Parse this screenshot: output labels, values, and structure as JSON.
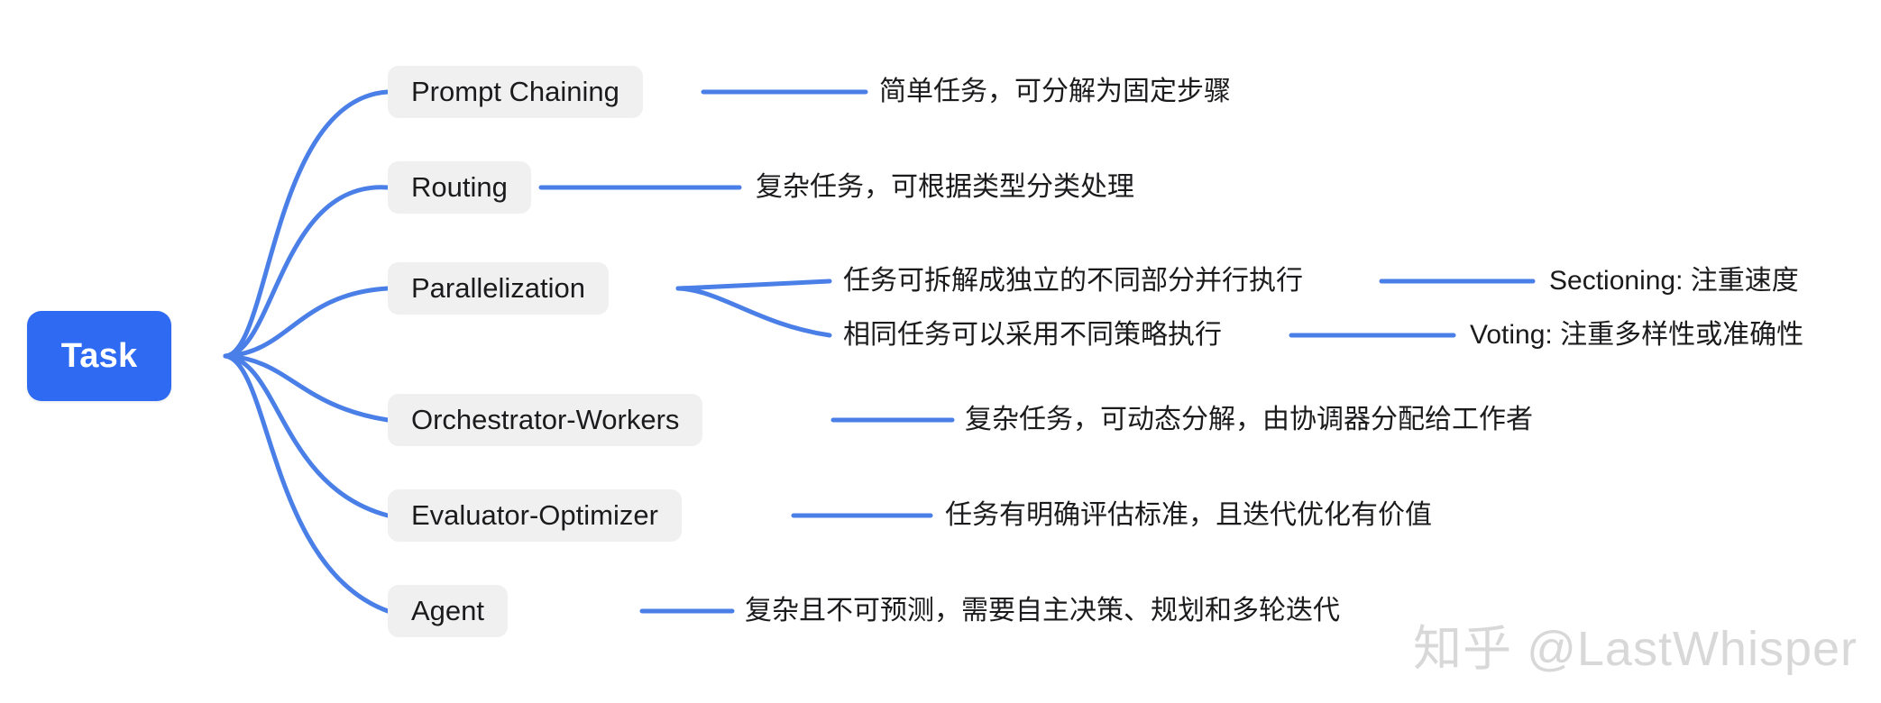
{
  "diagram": {
    "type": "mindmap",
    "root": {
      "label": "Task",
      "color": "#2f6bf2",
      "text_color": "#ffffff"
    },
    "node_style": {
      "box_fill": "#f0f0f1",
      "text_color": "#1b1b1d",
      "edge_color": "#4a7fe8"
    },
    "branches": [
      {
        "label": "Prompt Chaining",
        "description": "简单任务，可分解为固定步骤",
        "children": []
      },
      {
        "label": "Routing",
        "description": "复杂任务，可根据类型分类处理",
        "children": []
      },
      {
        "label": "Parallelization",
        "description": "",
        "children": [
          {
            "description": "任务可拆解成独立的不同部分并行执行",
            "label": "Sectioning: 注重速度"
          },
          {
            "description": "相同任务可以采用不同策略执行",
            "label": "Voting: 注重多样性或准确性"
          }
        ]
      },
      {
        "label": "Orchestrator-Workers",
        "description": "复杂任务，可动态分解，由协调器分配给工作者",
        "children": []
      },
      {
        "label": "Evaluator-Optimizer",
        "description": "任务有明确评估标准，且迭代优化有价值",
        "children": []
      },
      {
        "label": "Agent",
        "description": "复杂且不可预测，需要自主决策、规划和多轮迭代",
        "children": []
      }
    ]
  },
  "watermark": {
    "text": "知乎 @LastWhisper"
  }
}
